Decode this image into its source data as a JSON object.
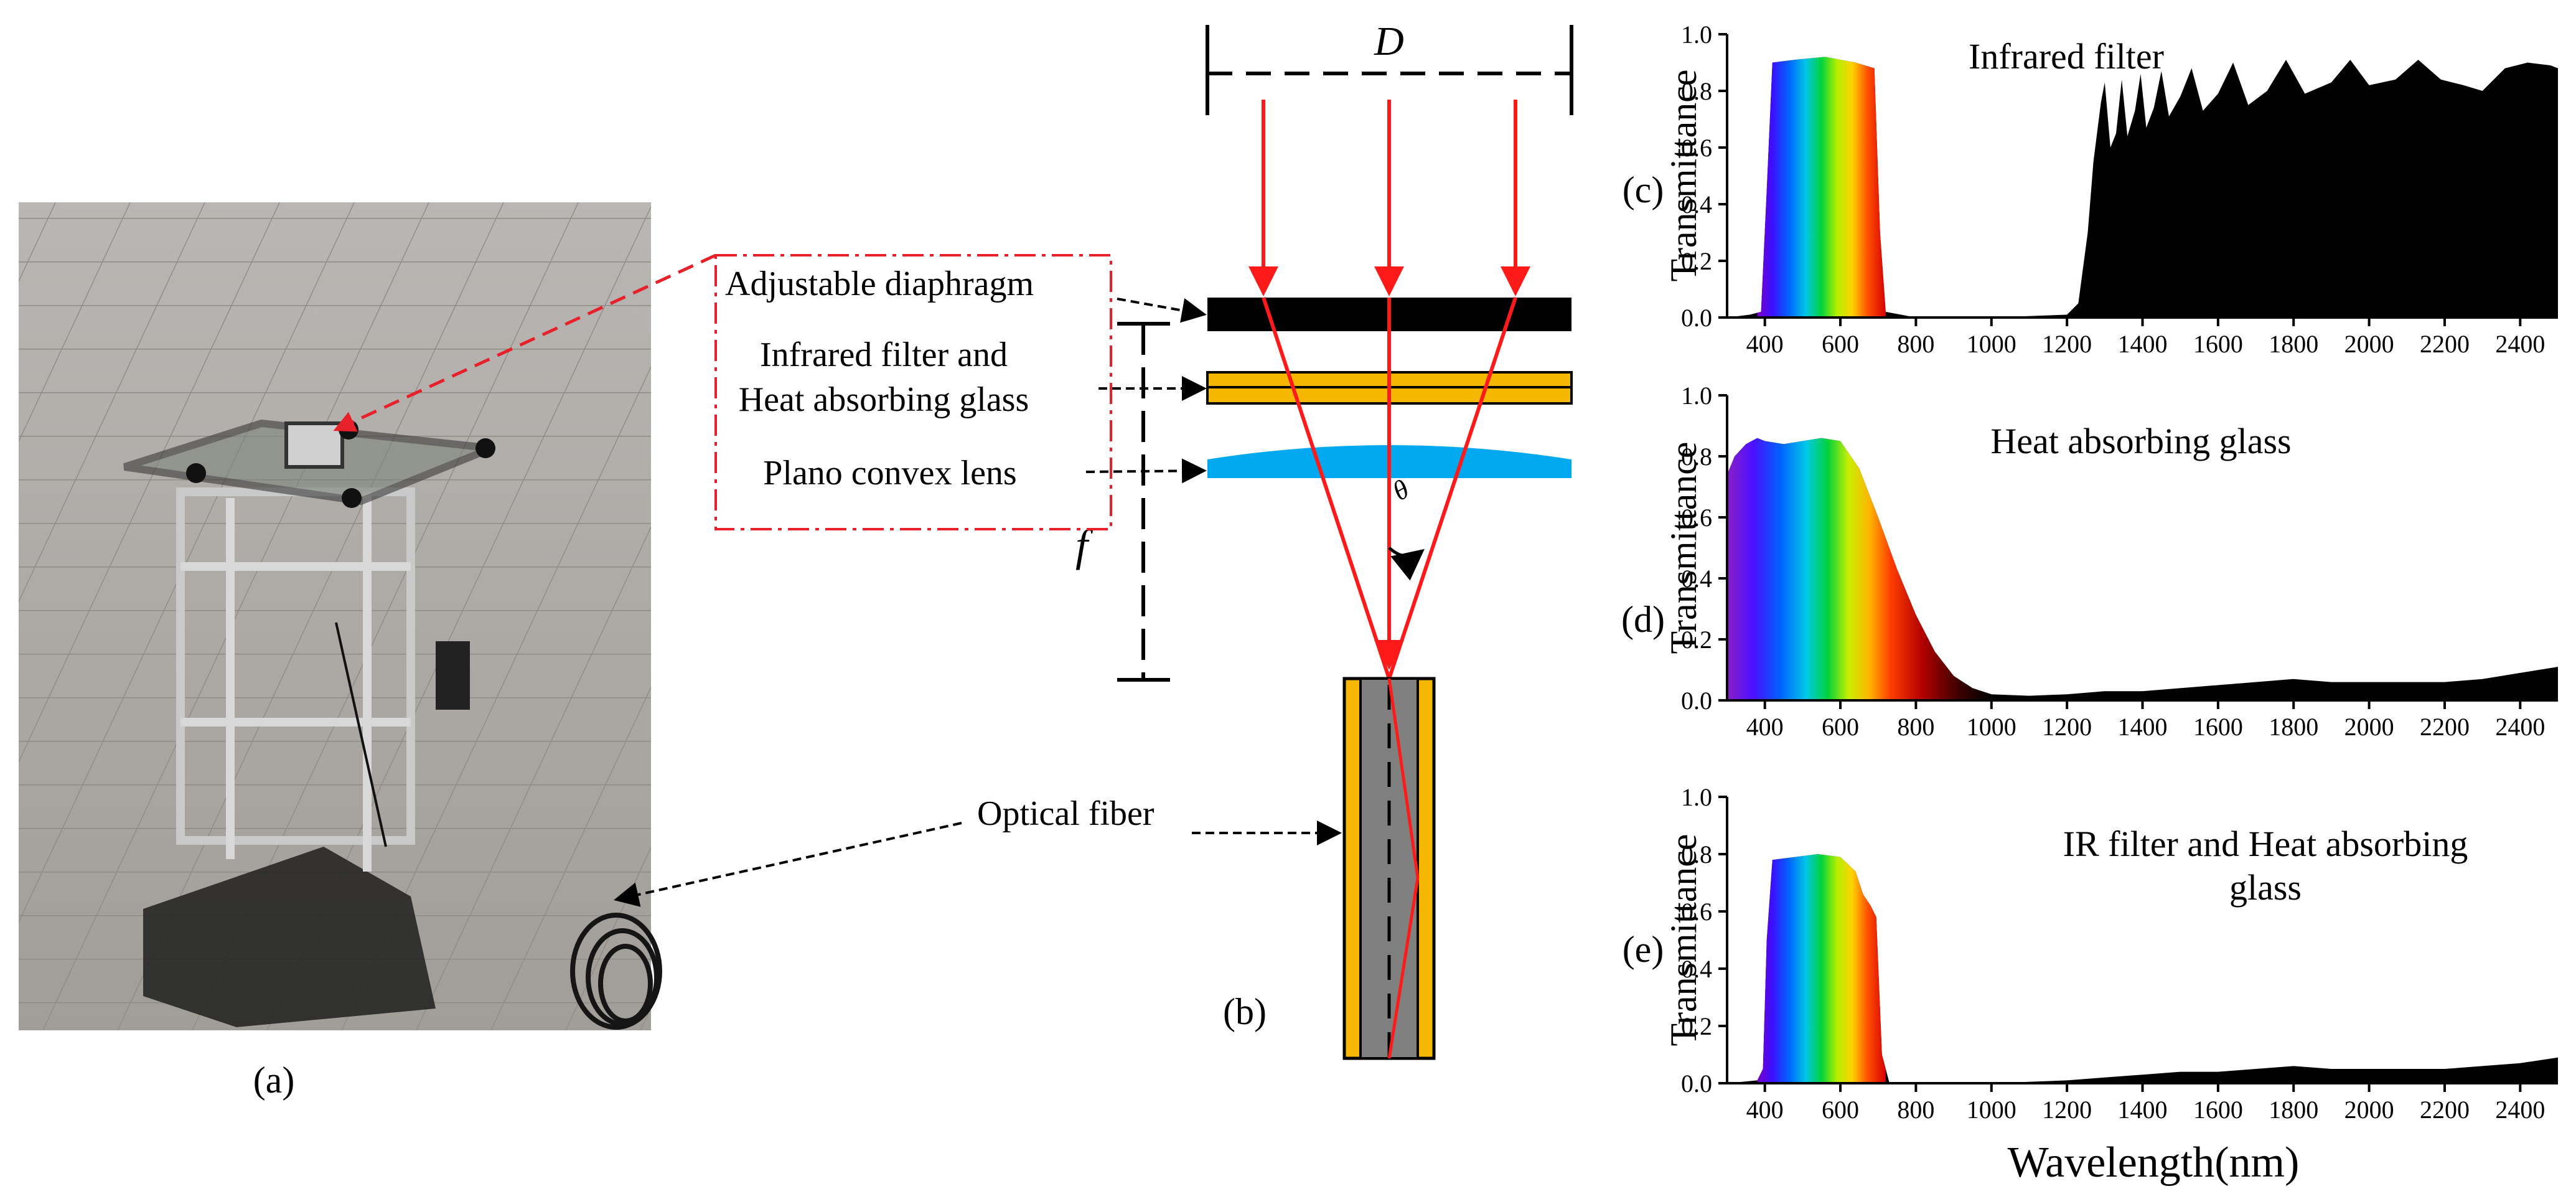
{
  "panel_labels": {
    "a": "(a)",
    "b": "(b)",
    "c": "(c)",
    "d": "(d)",
    "e": "(e)"
  },
  "diagram": {
    "aperture_label": "D",
    "focal_label": "f",
    "angle_label": "θ",
    "labels": {
      "diaphragm": "Adjustable diaphragm",
      "filter_line1": "Infrared filter and",
      "filter_line2": "Heat absorbing glass",
      "lens": "Plano convex lens",
      "fiber": "Optical fiber"
    },
    "colors": {
      "ray": "#ff1a1a",
      "filter": "#f5b700",
      "lens": "#00a9ef",
      "fiber_core": "#808080",
      "fiber_cladding": "#f5b700",
      "callout": "#e8202a"
    }
  },
  "chart_data": [
    {
      "type": "area",
      "title": "Infrared filter",
      "ylabel": "Transmittance",
      "xlabel": "",
      "xlim": [
        300,
        2500
      ],
      "ylim": [
        0,
        1.0
      ],
      "xticks": [
        400,
        600,
        800,
        1000,
        1200,
        1400,
        1600,
        1800,
        2000,
        2200,
        2400
      ],
      "yticks": [
        "0.0",
        "0.2",
        "0.4",
        "0.6",
        "0.8",
        "1.0"
      ],
      "x": [
        300,
        360,
        390,
        405,
        420,
        480,
        560,
        640,
        690,
        705,
        720,
        800,
        1000,
        1200,
        1230,
        1255,
        1270,
        1290,
        1300,
        1315,
        1330,
        1345,
        1360,
        1380,
        1395,
        1410,
        1430,
        1450,
        1470,
        1500,
        1530,
        1560,
        1600,
        1640,
        1680,
        1730,
        1780,
        1830,
        1900,
        1950,
        2000,
        2070,
        2130,
        2190,
        2250,
        2300,
        2360,
        2420,
        2480,
        2500
      ],
      "y": [
        0.0,
        0.01,
        0.02,
        0.45,
        0.9,
        0.91,
        0.92,
        0.9,
        0.88,
        0.3,
        0.02,
        0.0,
        0.0,
        0.01,
        0.05,
        0.3,
        0.55,
        0.76,
        0.83,
        0.6,
        0.65,
        0.84,
        0.64,
        0.73,
        0.86,
        0.67,
        0.74,
        0.87,
        0.71,
        0.78,
        0.88,
        0.73,
        0.79,
        0.9,
        0.75,
        0.8,
        0.91,
        0.79,
        0.83,
        0.91,
        0.82,
        0.84,
        0.91,
        0.84,
        0.82,
        0.8,
        0.88,
        0.9,
        0.89,
        0.88
      ]
    },
    {
      "type": "area",
      "title": "Heat absorbing glass",
      "ylabel": "Transmittance",
      "xlabel": "",
      "xlim": [
        300,
        2500
      ],
      "ylim": [
        0,
        1.0
      ],
      "xticks": [
        400,
        600,
        800,
        1000,
        1200,
        1400,
        1600,
        1800,
        2000,
        2200,
        2400
      ],
      "yticks": [
        "0.0",
        "0.2",
        "0.4",
        "0.6",
        "0.8",
        "1.0"
      ],
      "x": [
        300,
        320,
        350,
        380,
        400,
        450,
        500,
        550,
        600,
        650,
        700,
        750,
        800,
        850,
        900,
        950,
        1000,
        1100,
        1200,
        1300,
        1400,
        1500,
        1600,
        1700,
        1800,
        1900,
        2000,
        2100,
        2200,
        2300,
        2400,
        2500
      ],
      "y": [
        0.74,
        0.8,
        0.84,
        0.86,
        0.85,
        0.84,
        0.85,
        0.86,
        0.85,
        0.76,
        0.6,
        0.43,
        0.28,
        0.16,
        0.08,
        0.04,
        0.02,
        0.015,
        0.02,
        0.03,
        0.03,
        0.04,
        0.05,
        0.06,
        0.07,
        0.06,
        0.06,
        0.06,
        0.06,
        0.07,
        0.09,
        0.11
      ]
    },
    {
      "type": "area",
      "title": "IR filter and Heat absorbing glass",
      "ylabel": "Transmittance",
      "xlabel": "Wavelength(nm)",
      "xlim": [
        300,
        2500
      ],
      "ylim": [
        0,
        1.0
      ],
      "xticks": [
        400,
        600,
        800,
        1000,
        1200,
        1400,
        1600,
        1800,
        2000,
        2200,
        2400
      ],
      "yticks": [
        "0.0",
        "0.2",
        "0.4",
        "0.6",
        "0.8",
        "1.0"
      ],
      "x": [
        300,
        380,
        395,
        405,
        420,
        480,
        540,
        600,
        640,
        660,
        680,
        695,
        710,
        730,
        800,
        1000,
        1200,
        1300,
        1400,
        1500,
        1600,
        1700,
        1800,
        1900,
        2000,
        2100,
        2200,
        2300,
        2400,
        2500
      ],
      "y": [
        0.0,
        0.01,
        0.05,
        0.5,
        0.78,
        0.79,
        0.8,
        0.79,
        0.74,
        0.66,
        0.62,
        0.58,
        0.1,
        0.0,
        0.0,
        0.0,
        0.01,
        0.02,
        0.03,
        0.04,
        0.04,
        0.05,
        0.06,
        0.05,
        0.05,
        0.05,
        0.05,
        0.06,
        0.07,
        0.09
      ]
    }
  ]
}
